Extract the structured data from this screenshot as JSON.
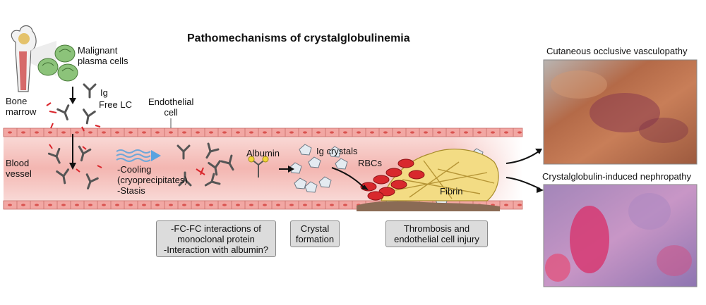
{
  "title": "Pathomechanisms of crystalglobulinemia",
  "labels": {
    "malignant": "Malignant\nplasma cells",
    "bone_marrow": "Bone\nmarrow",
    "ig": "Ig",
    "free_lc": "Free LC",
    "endothelial": "Endothelial\ncell",
    "blood_vessel": "Blood\nvessel",
    "cooling": "-Cooling\n(cryoprecipitates)\n-Stasis",
    "albumin": "Albumin",
    "ig_crystals": "Ig crystals",
    "rbcs": "RBCs",
    "fibrin": "Fibrin"
  },
  "boxes": {
    "fc": "-FC-FC interactions of\nmonoclonal protein\n-Interaction with albumin?",
    "crystal": "Crystal\nformation",
    "thrombosis": "Thrombosis and\nendothelial cell injury"
  },
  "panels": {
    "top_title": "Cutaneous occlusive vasculopathy",
    "bottom_title": "Crystalglobulin-induced nephropathy"
  },
  "colors": {
    "vessel_pink": "#f4c2bf",
    "endothelium": "#f2a7a3",
    "rbc": "#d8282d",
    "fibrin": "#f3dc84",
    "crystal": "#dfe7ee",
    "plasma_cell": "#8cc37a",
    "box_gray": "#dcdcdc"
  }
}
